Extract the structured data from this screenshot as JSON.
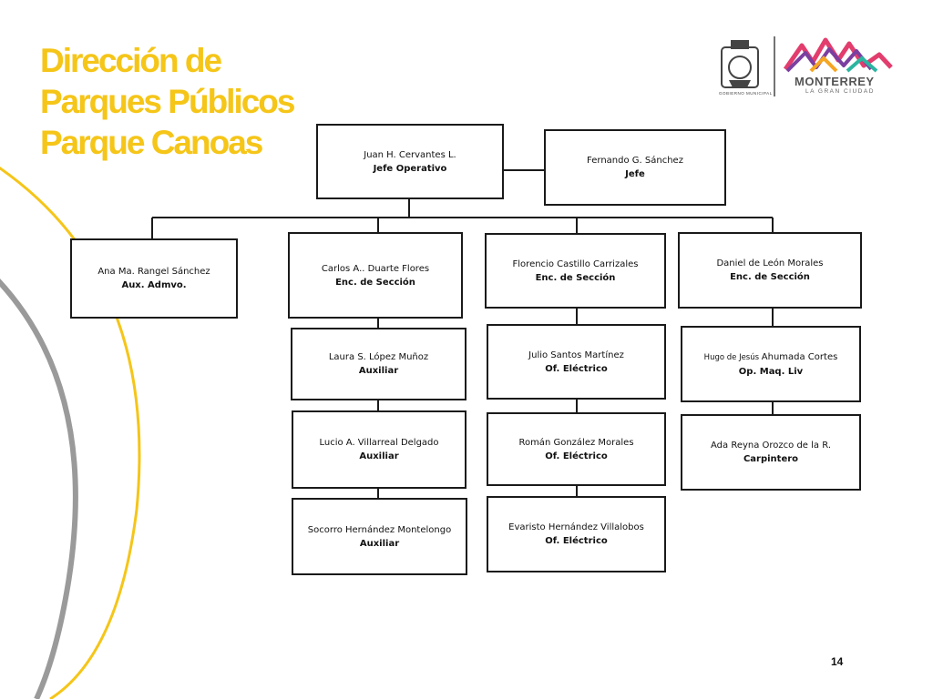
{
  "title": {
    "line1": "Dirección de",
    "line2": "Parques Públicos",
    "line3": "Parque Canoas"
  },
  "logo": {
    "brand": "MONTERREY",
    "tagline": "LA GRAN CIUDAD",
    "seal_caption": "GOBIERNO MUNICIPAL"
  },
  "page_number": "14",
  "colors": {
    "title_yellow": "#f5c518",
    "arc_gray": "#9a9a9a",
    "box_border": "#1a1a1a"
  },
  "org": {
    "jefe_operativo": {
      "name": "Juan H. Cervantes L.",
      "role": "Jefe Operativo"
    },
    "jefe": {
      "name": "Fernando G. Sánchez",
      "role": "Jefe"
    },
    "aux_admvo": {
      "name": "Ana Ma. Rangel Sánchez",
      "role": "Aux. Admvo."
    },
    "col1": [
      {
        "name": "Carlos A.. Duarte Flores",
        "role": "Enc. de Sección"
      },
      {
        "name": "Laura S. López  Muñoz",
        "role": "Auxiliar"
      },
      {
        "name": "Lucio A. Villarreal Delgado",
        "role": "Auxiliar"
      },
      {
        "name": "Socorro Hernández Montelongo",
        "role": "Auxiliar"
      }
    ],
    "col2": [
      {
        "name": "Florencio Castillo Carrizales",
        "role": "Enc. de Sección"
      },
      {
        "name": "Julio Santos Martínez",
        "role": "Of. Eléctrico"
      },
      {
        "name": "Román  González Morales",
        "role": "Of. Eléctrico"
      },
      {
        "name": "Evaristo Hernández Villalobos",
        "role": "Of. Eléctrico"
      }
    ],
    "col3": [
      {
        "name": "Daniel de León Morales",
        "role": "Enc. de Sección"
      },
      {
        "name_small": "Hugo de Jesús ",
        "name": "Ahumada Cortes",
        "role": "Op. Maq. Liv"
      },
      {
        "name": "Ada Reyna Orozco de la R.",
        "role": "Carpintero"
      }
    ]
  }
}
